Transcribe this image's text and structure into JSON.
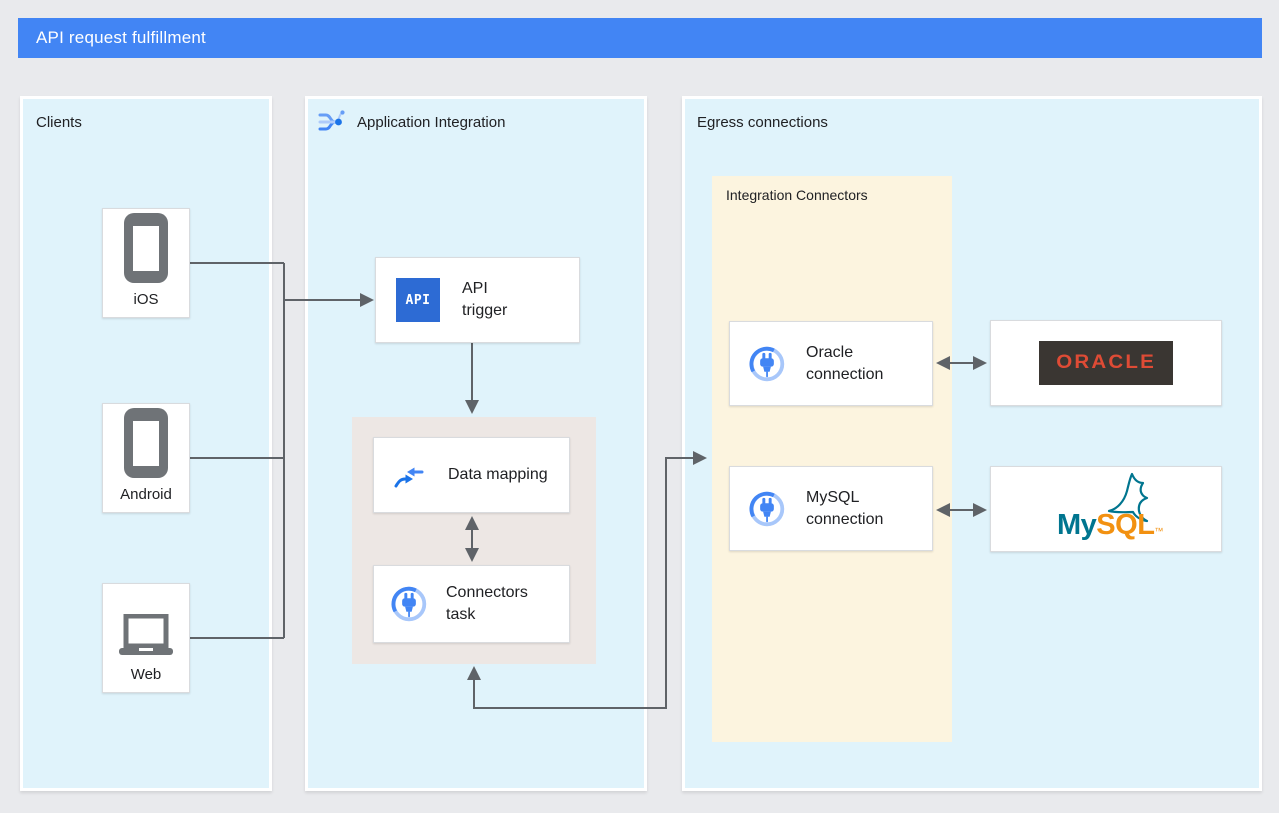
{
  "banner": {
    "title": "API request fulfillment"
  },
  "panels": {
    "clients": {
      "title": "Clients"
    },
    "application_integration": {
      "title": "Application Integration"
    },
    "egress": {
      "title": "Egress connections"
    }
  },
  "clients": {
    "items": [
      {
        "label": "iOS",
        "icon": "smartphone-icon"
      },
      {
        "label": "Android",
        "icon": "smartphone-icon"
      },
      {
        "label": "Web",
        "icon": "laptop-icon"
      }
    ]
  },
  "integration": {
    "api_trigger": {
      "icon_text": "API",
      "label": "API trigger"
    },
    "data_mapping": {
      "label": "Data mapping"
    },
    "connectors_task": {
      "label": "Connectors task"
    }
  },
  "egress": {
    "group_title": "Integration Connectors",
    "connections": [
      {
        "label": "Oracle connection"
      },
      {
        "label": "MySQL connection"
      }
    ],
    "systems": [
      {
        "name": "Oracle",
        "logo_text": "ORACLE"
      },
      {
        "name": "MySQL",
        "logo_my": "My",
        "logo_sql": "SQL",
        "logo_tm": "™"
      }
    ]
  },
  "colors": {
    "banner_blue": "#4285F4",
    "panel_blue": "#E0F3FB",
    "connectors_yellow": "#FCF4DF",
    "task_group_gray": "#EDE7E4",
    "arrow_gray": "#5F6368",
    "api_icon_blue": "#2D6BD4",
    "plug_icon_blue": "#4285F4",
    "plug_ring_light_blue": "#A8C7FA",
    "oracle_red": "#DE4B35",
    "oracle_badge_dark": "#3A3632",
    "mysql_teal": "#00758F",
    "mysql_orange": "#F29111",
    "device_icon_gray": "#6F7377"
  }
}
